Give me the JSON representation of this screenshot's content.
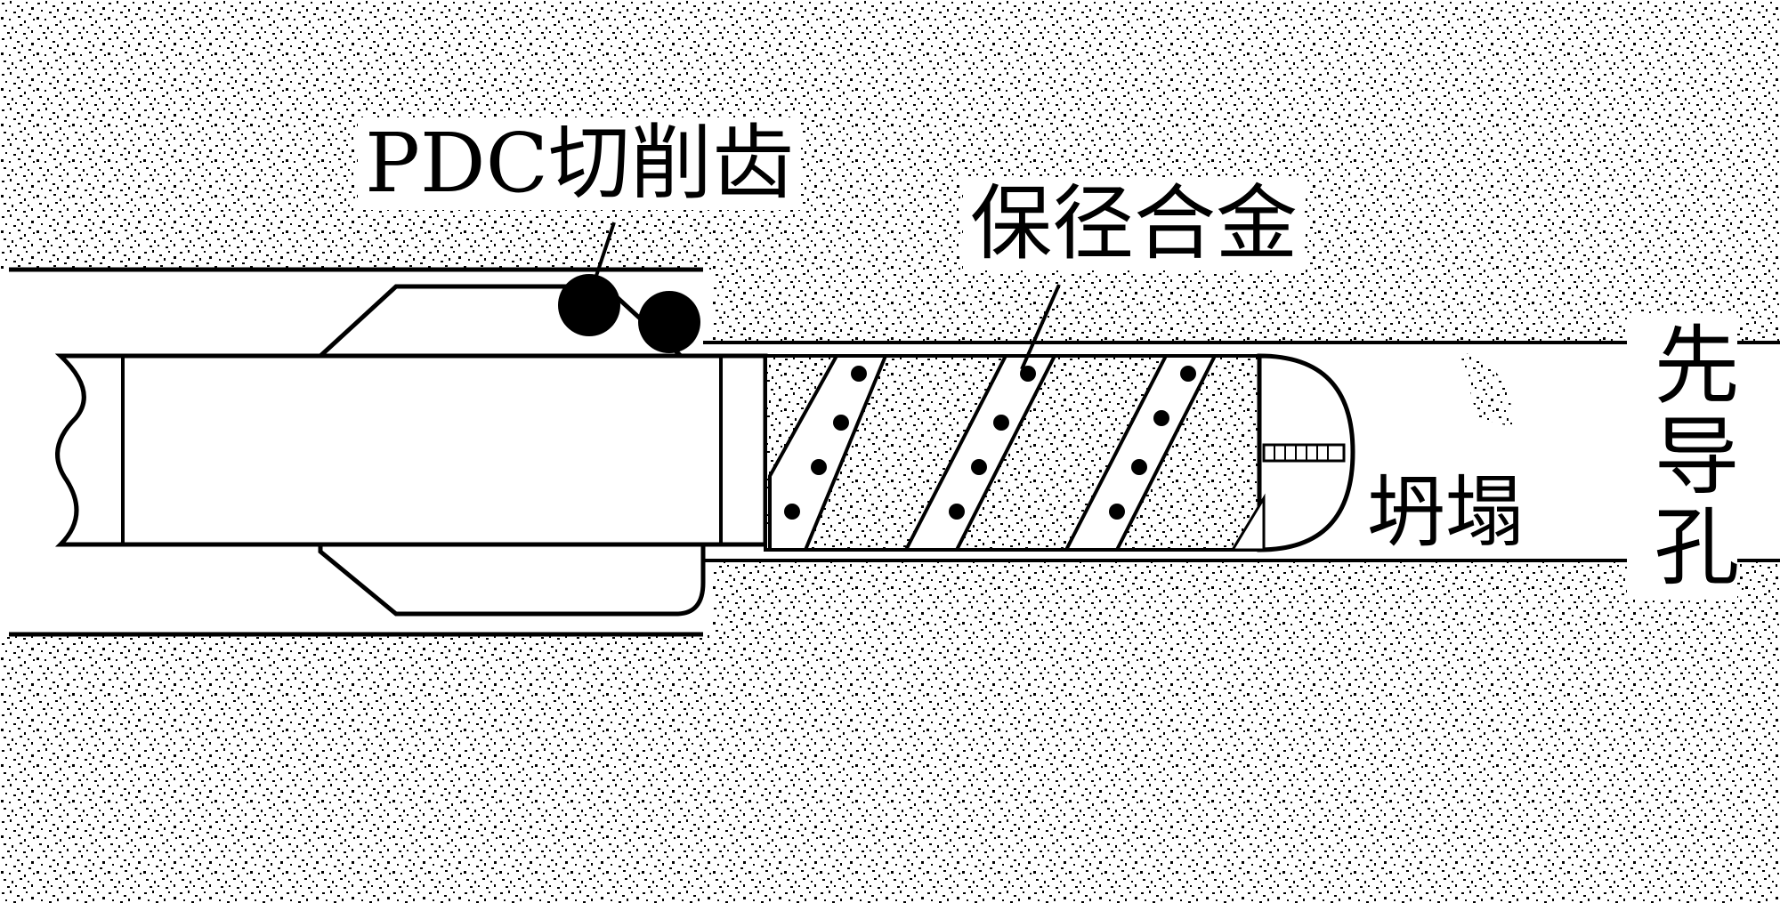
{
  "labels": {
    "pdc_cutter": "PDC切削齿",
    "gauge_alloy": "保径合金",
    "collapse": "坍塌",
    "pilot_hole": "先导孔"
  },
  "colors": {
    "background": "#ffffff",
    "rock_speckle": "#000000",
    "outline": "#000000"
  }
}
